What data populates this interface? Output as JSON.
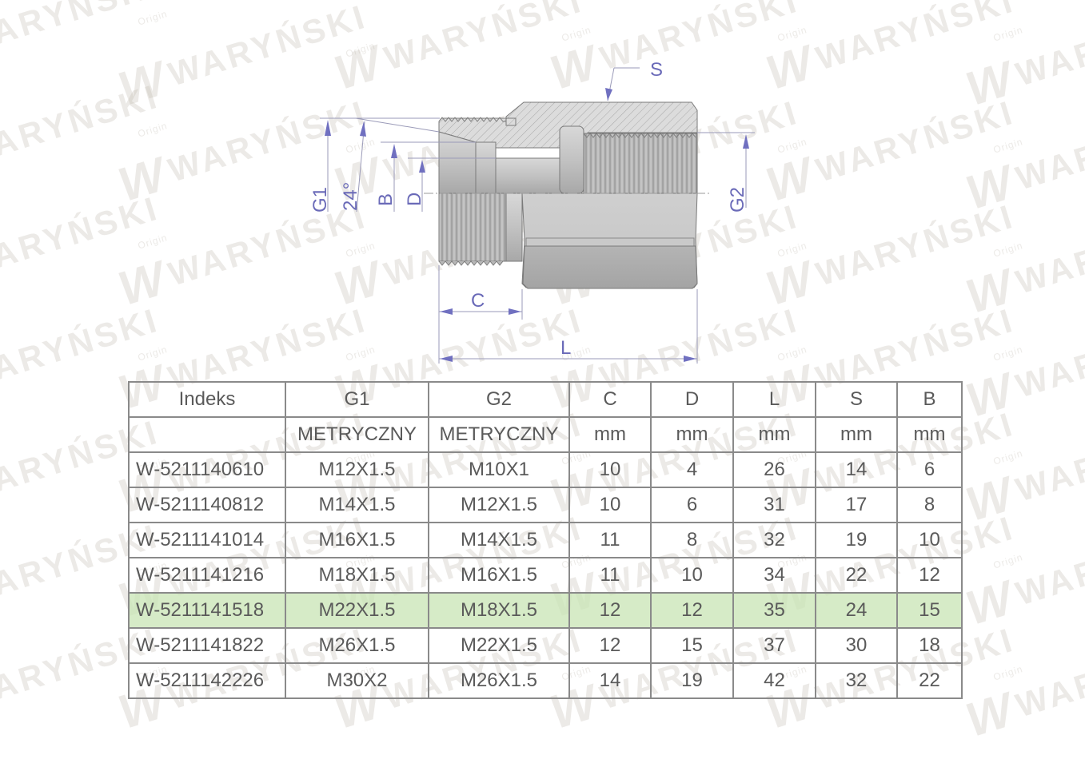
{
  "watermark": {
    "brand": "WARYŃSKI",
    "sub": "Origin"
  },
  "drawing": {
    "labels": {
      "S": "S",
      "G1": "G1",
      "angle": "24°",
      "B": "B",
      "D": "D",
      "G2": "G2",
      "C": "C",
      "L": "L"
    },
    "colors": {
      "dimension": "#6a6ab8",
      "body": "#b9b9b9",
      "section": "#d3d3d3",
      "outline": "#7a7a7a"
    }
  },
  "table": {
    "header": [
      "Indeks",
      "G1",
      "G2",
      "C",
      "D",
      "L",
      "S",
      "B"
    ],
    "units": [
      "",
      "METRYCZNY",
      "METRYCZNY",
      "mm",
      "mm",
      "mm",
      "mm",
      "mm"
    ],
    "highlight_color": "#d5eac6",
    "rows": [
      [
        "W-5211140610",
        "M12X1.5",
        "M10X1",
        "10",
        "4",
        "26",
        "14",
        "6"
      ],
      [
        "W-5211140812",
        "M14X1.5",
        "M12X1.5",
        "10",
        "6",
        "31",
        "17",
        "8"
      ],
      [
        "W-5211141014",
        "M16X1.5",
        "M14X1.5",
        "11",
        "8",
        "32",
        "19",
        "10"
      ],
      [
        "W-5211141216",
        "M18X1.5",
        "M16X1.5",
        "11",
        "10",
        "34",
        "22",
        "12"
      ],
      [
        "W-5211141518",
        "M22X1.5",
        "M18X1.5",
        "12",
        "12",
        "35",
        "24",
        "15"
      ],
      [
        "W-5211141822",
        "M26X1.5",
        "M22X1.5",
        "12",
        "15",
        "37",
        "30",
        "18"
      ],
      [
        "W-5211142226",
        "M30X2",
        "M26X1.5",
        "14",
        "19",
        "42",
        "32",
        "22"
      ]
    ],
    "highlighted_row": 4
  }
}
